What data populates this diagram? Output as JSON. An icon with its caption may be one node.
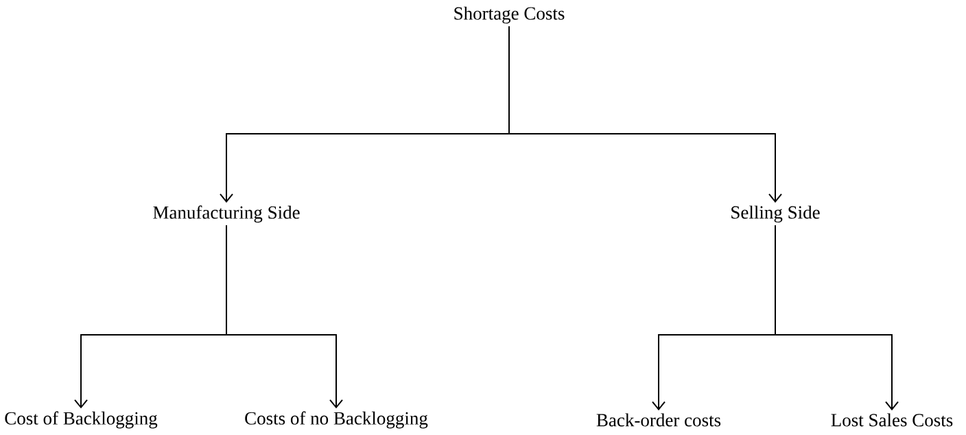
{
  "diagram": {
    "nodes": [
      {
        "text": [
          "Shortage Costs"
        ]
      },
      {
        "text": [
          "Manufacturing Side"
        ]
      },
      {
        "text": [
          "Selling Side"
        ]
      },
      {
        "text": [
          "Cost of Backlogging"
        ]
      },
      {
        "text": [
          "Costs of no Backlogging"
        ]
      },
      {
        "text": [
          "Back-order costs"
        ]
      },
      {
        "text": [
          "Lost Sales Costs"
        ]
      }
    ],
    "edges": [
      {
        "from": 0,
        "to": 1,
        "arrow": "to"
      },
      {
        "from": 0,
        "to": 2,
        "arrow": "to"
      },
      {
        "from": 1,
        "to": 3,
        "arrow": "to"
      },
      {
        "from": 1,
        "to": 4,
        "arrow": "to"
      },
      {
        "from": 2,
        "to": 5,
        "arrow": "to"
      },
      {
        "from": 2,
        "to": 6,
        "arrow": "to"
      }
    ]
  }
}
